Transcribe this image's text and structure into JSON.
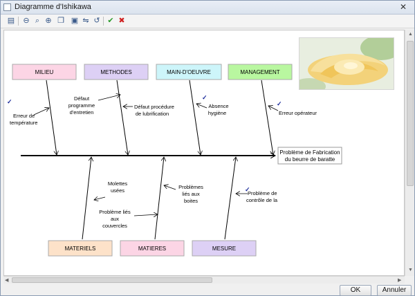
{
  "window": {
    "title": "Diagramme d'Ishikawa",
    "close_glyph": "✕"
  },
  "toolbar": {
    "icons": [
      "properties-icon",
      "zoom-out-icon",
      "zoom-fit-icon",
      "zoom-in-icon",
      "copy-icon",
      "image-icon",
      "flip-icon",
      "rotate-icon",
      "validate-icon",
      "delete-icon"
    ]
  },
  "diagram": {
    "effect": [
      "Problème de Fabrication",
      "du beurre de baratte"
    ],
    "categories_top": [
      "MILIEU",
      "METHODES",
      "MAIN-D'OEUVRE",
      "MANAGEMENT"
    ],
    "categories_bottom": [
      "MATERIELS",
      "MATIERES",
      "MESURE"
    ],
    "causes": {
      "milieu": [
        "Erreur de",
        "température"
      ],
      "methodes_1": [
        "Défaut",
        "programme",
        "d'entretien"
      ],
      "methodes_2": [
        "Défaut procédure",
        "de  lubrification"
      ],
      "main_oeuvre": [
        "Absence",
        "hygiène"
      ],
      "management": [
        "Erreur opérateur"
      ],
      "materiels": [
        "Molettes",
        "usées"
      ],
      "matieres_1": [
        "Problèmes",
        "liés aux",
        "boites"
      ],
      "matieres_2": [
        "Problème liés",
        "aux",
        "couvercles"
      ],
      "mesure": [
        "Problème de",
        "contrôle de la"
      ]
    },
    "colors": {
      "milieu": "#fcd5e5",
      "methodes": "#ddd0f5",
      "main_oeuvre": "#cdf5fa",
      "management": "#b9f7a0",
      "materiels": "#fde2c9",
      "matieres": "#fcd5e5",
      "mesure": "#ddd0f5",
      "check": "#1a2a9a"
    }
  },
  "footer": {
    "ok_label": "OK",
    "cancel_label": "Annuler"
  }
}
